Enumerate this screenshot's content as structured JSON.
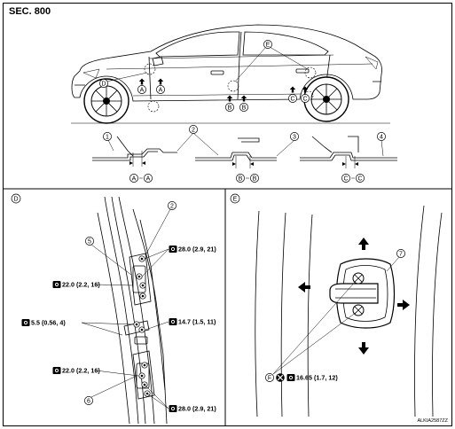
{
  "section_label": "SEC. 800",
  "reference_code": "ALKIA2587ZZ",
  "top_panel": {
    "view_callouts": [
      "A",
      "A",
      "B",
      "B",
      "C",
      "C"
    ],
    "detail_callouts": [
      "D",
      "E"
    ],
    "section_labels": [
      "A",
      "A",
      "B",
      "B",
      "C",
      "C"
    ],
    "part_numbers": [
      "1",
      "2",
      "3",
      "4"
    ]
  },
  "detail_d": {
    "label": "D",
    "part_numbers": [
      "2",
      "5",
      "6"
    ],
    "torques": [
      "28.0 (2.9, 21)",
      "22.0 (2.2, 16)",
      "5.5 (0.56, 4)",
      "14.7 (1.5, 11)",
      "22.0 (2.2, 16)",
      "28.0 (2.9, 21)"
    ]
  },
  "detail_e": {
    "label": "E",
    "part_number": "7",
    "note_label": "F",
    "torque": "16.65 (1.7, 12)"
  },
  "icons": [
    "torque-wrench-icon",
    "no-reuse-icon",
    "arrow-icon"
  ]
}
